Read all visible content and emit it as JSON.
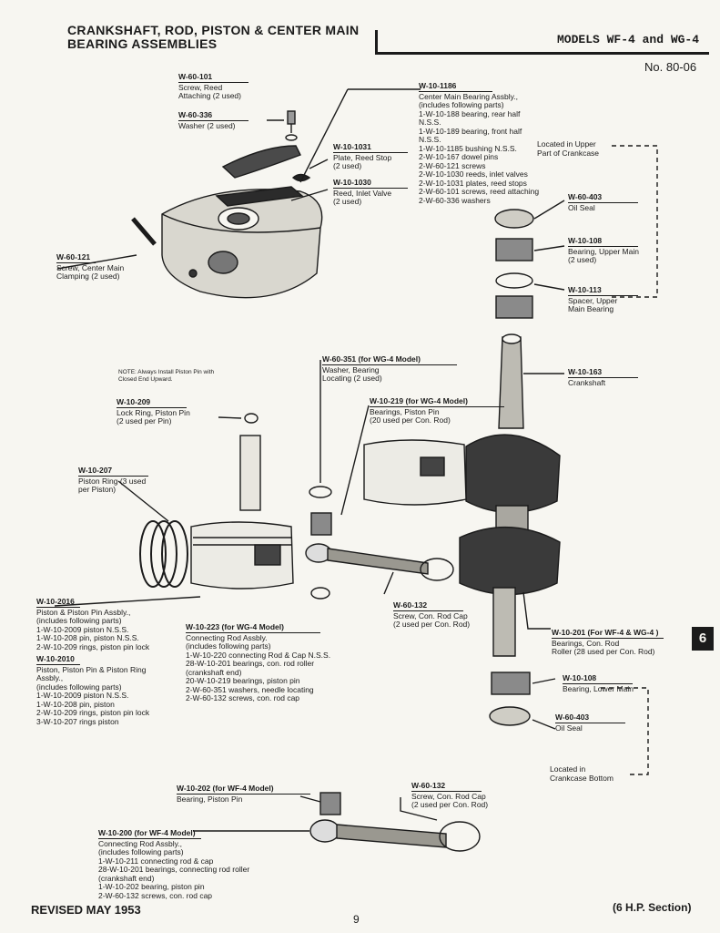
{
  "header": {
    "title_line1": "CRANKSHAFT, ROD, PISTON & CENTER MAIN",
    "title_line2": "BEARING ASSEMBLIES",
    "models": "MODELS WF-4 and WG-4",
    "doc_no": "No. 80-06"
  },
  "labels": {
    "w60_101": {
      "pn": "W-60-101",
      "t": "Screw, Reed\nAttaching (2 used)"
    },
    "w60_336": {
      "pn": "W-60-336",
      "t": "Washer (2 used)"
    },
    "w10_1031": {
      "pn": "W-10-1031",
      "t": "Plate, Reed Stop\n(2 used)"
    },
    "w10_1030": {
      "pn": "W-10-1030",
      "t": "Reed, Inlet Valve\n(2 used)"
    },
    "w10_1186": {
      "pn": "W-10-1186",
      "t": "Center Main Bearing Assbly.,\n(includes following parts)\n1-W-10-188 bearing, rear half\nN.S.S.\n1-W-10-189 bearing, front half\nN.S.S.\n1-W-10-1185 bushing N.S.S.\n2-W-10-167 dowel pins\n2-W-60-121 screws\n2-W-10-1030 reeds, inlet valves\n2-W-10-1031 plates, reed stops\n2-W-60-101 screws, reed attaching\n2-W-60-336 washers"
    },
    "located_upper": "Located in Upper\nPart of Crankcase",
    "w60_121": {
      "pn": "W-60-121",
      "t": "Screw, Center Main\nClamping (2 used)"
    },
    "w60_403_top": {
      "pn": "W-60-403",
      "t": "Oil Seal"
    },
    "w10_108_top": {
      "pn": "W-10-108",
      "t": "Bearing, Upper Main\n(2 used)"
    },
    "w10_113": {
      "pn": "W-10-113",
      "t": "Spacer, Upper\nMain Bearing"
    },
    "note": "NOTE: Always Install Piston Pin with\nClosed End Upward.",
    "w10_209": {
      "pn": "W-10-209",
      "t": "Lock Ring, Piston Pin\n(2 used per Pin)"
    },
    "w60_351": {
      "pn": "W-60-351 (for WG-4 Model)",
      "t": "Washer, Bearing\nLocating (2 used)"
    },
    "w10_219": {
      "pn": "W-10-219 (for WG-4 Model)",
      "t": "Bearings, Piston Pin\n(20 used per Con. Rod)"
    },
    "w10_163": {
      "pn": "W-10-163",
      "t": "Crankshaft"
    },
    "w10_207": {
      "pn": "W-10-207",
      "t": "Piston Ring (3 used\nper Piston)"
    },
    "w10_2016": {
      "pn": "W-10-2016",
      "t": "Piston & Piston Pin Assbly.,\n(includes following parts)\n1-W-10-2009 piston N.S.S.\n1-W-10-208 pin, piston N.S.S.\n2-W-10-209 rings, piston pin lock"
    },
    "w10_2010": {
      "pn": "W-10-2010",
      "t": "Piston, Piston Pin & Piston Ring\nAssbly.,\n(includes following parts)\n1-W-10-2009 piston N.S.S.\n1-W-10-208 pin, piston\n2-W-10-209 rings, piston pin lock\n3-W-10-207 rings piston"
    },
    "w60_132_mid": {
      "pn": "W-60-132",
      "t": "Screw, Con. Rod Cap\n(2 used per Con. Rod)"
    },
    "w10_223": {
      "pn": "W-10-223 (for WG-4 Model)",
      "t": "Connecting Rod Assbly.\n(includes following parts)\n1-W-10-220 connecting Rod & Cap N.S.S.\n28-W-10-201 bearings, con. rod roller\n(crankshaft end)\n20-W-10-219 bearings, piston pin\n2-W-60-351 washers, needle locating\n2-W-60-132 screws, con. rod cap"
    },
    "w10_201": {
      "pn": "W-10-201 (For WF-4 & WG-4   )",
      "t": "Bearings, Con. Rod\nRoller (28 used per Con. Rod)"
    },
    "w10_108_low": {
      "pn": "W-10-108",
      "t": "Bearing, Lower Main"
    },
    "w60_403_low": {
      "pn": "W-60-403",
      "t": "Oil Seal"
    },
    "located_bottom": "Located in\nCrankcase Bottom",
    "w10_202": {
      "pn": "W-10-202 (for WF-4 Model)",
      "t": "Bearing, Piston Pin"
    },
    "w60_132_low": {
      "pn": "W-60-132",
      "t": "Screw, Con. Rod Cap\n(2 used per Con. Rod)"
    },
    "w10_200": {
      "pn": "W-10-200 (for WF-4 Model)",
      "t": "Connecting Rod Assbly.,\n(includes following parts)\n1-W-10-211 connecting rod & cap\n28-W-10-201 bearings, connecting rod roller\n(crankshaft end)\n1-W-10-202 bearing, piston pin\n2-W-60-132 screws, con. rod cap"
    }
  },
  "section_tab": "6",
  "footer": {
    "revised": "REVISED MAY 1953",
    "page": "9",
    "section": "(6 H.P. Section)"
  }
}
